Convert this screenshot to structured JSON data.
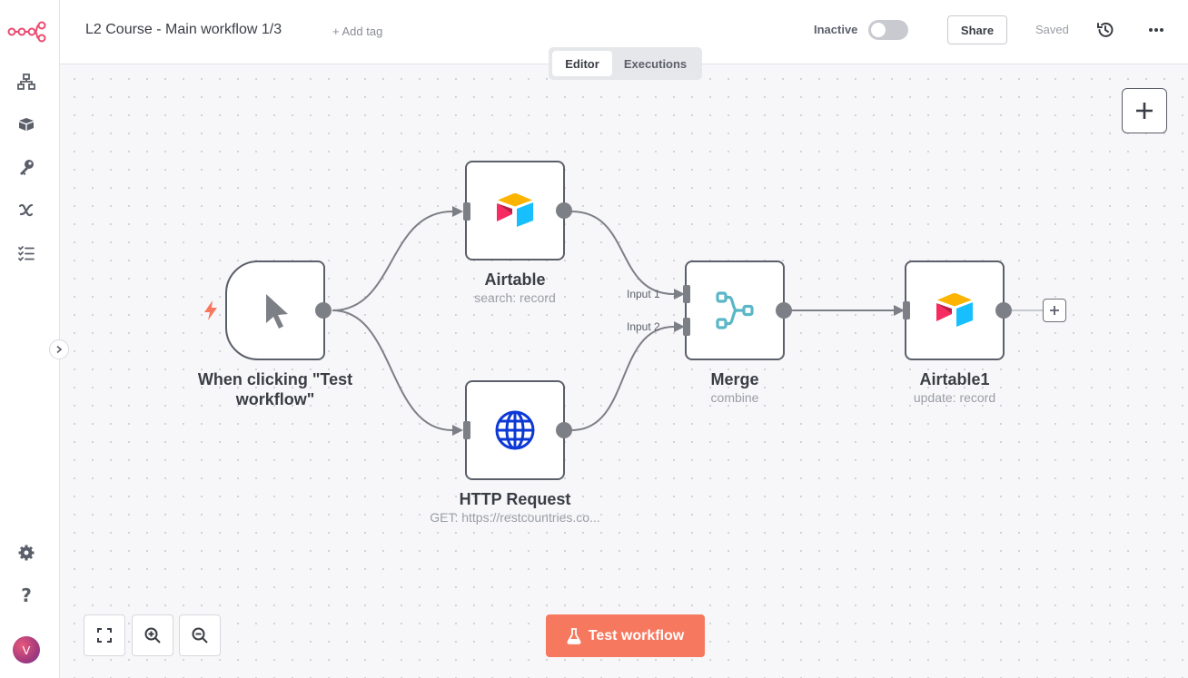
{
  "header": {
    "workflow_title": "L2 Course - Main workflow 1/3",
    "add_tag": "+ Add tag",
    "status": "Inactive",
    "active": false,
    "share_label": "Share",
    "saved_label": "Saved"
  },
  "tabs": [
    {
      "label": "Editor",
      "active": true
    },
    {
      "label": "Executions",
      "active": false
    }
  ],
  "sidebar": {
    "items": [
      "workflows-icon",
      "templates-icon",
      "credentials-icon",
      "variables-icon",
      "executions-icon"
    ],
    "bottom": [
      "settings-icon",
      "help-icon"
    ],
    "avatar_initial": "V"
  },
  "nodes": {
    "trigger": {
      "title": "When clicking \"Test workflow\"",
      "subtitle": ""
    },
    "airtable": {
      "title": "Airtable",
      "subtitle": "search: record"
    },
    "http": {
      "title": "HTTP Request",
      "subtitle": "GET: https://restcountries.co..."
    },
    "merge": {
      "title": "Merge",
      "subtitle": "combine",
      "input1": "Input 1",
      "input2": "Input 2"
    },
    "airtable1": {
      "title": "Airtable1",
      "subtitle": "update: record"
    }
  },
  "footer": {
    "test_button": "Test workflow"
  },
  "colors": {
    "accent": "#f6785f",
    "brand": "#ea4b71",
    "node_border": "#5b5f6a",
    "http_blue": "#0c39d6",
    "merge_teal": "#5ab7c7"
  }
}
